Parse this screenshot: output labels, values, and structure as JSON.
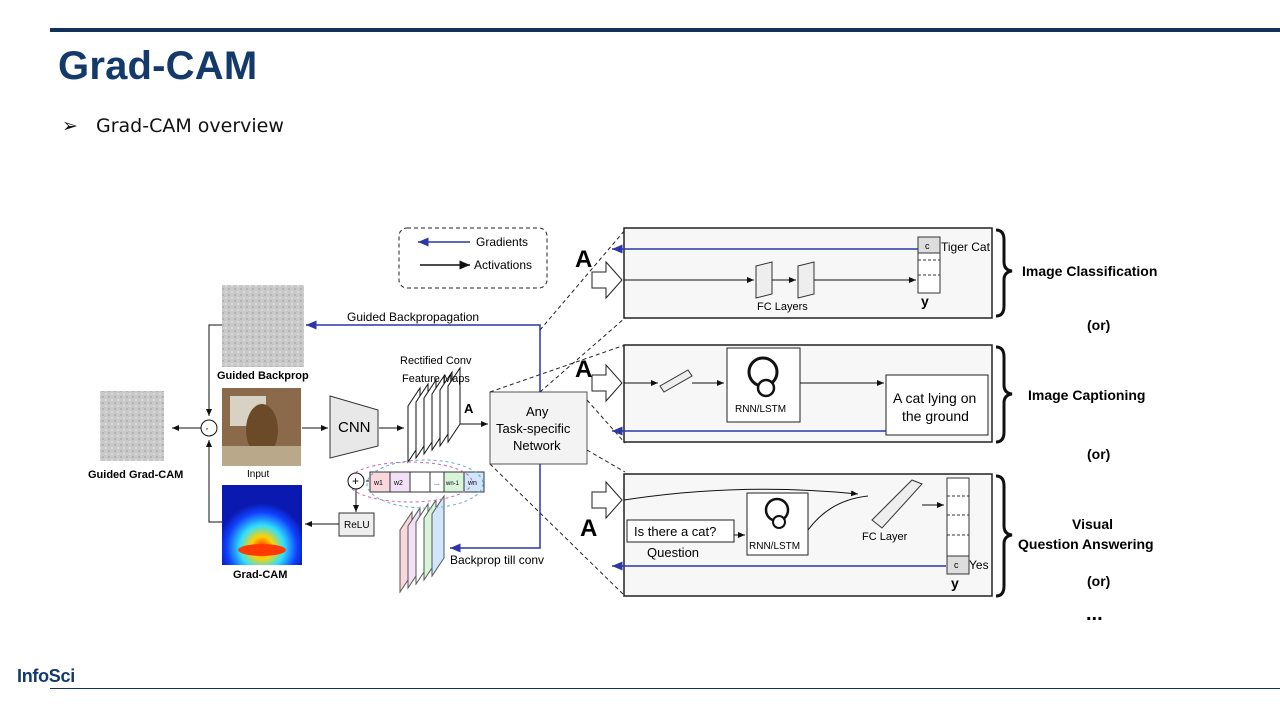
{
  "slide": {
    "title": "Grad-CAM",
    "bullet_marker": "➢",
    "bullet": "Grad-CAM overview",
    "footer_logo": "InfoSci"
  },
  "diagram": {
    "legend": {
      "gradients": "Gradients",
      "activations": "Activations"
    },
    "guided_backpropagation": "Guided Backpropagation",
    "guided_backprop": "Guided Backprop",
    "input": "Input",
    "guided_gradcam": "Guided Grad-CAM",
    "gradcam": "Grad-CAM",
    "cnn": "CNN",
    "feature_maps_line1": "Rectified Conv",
    "feature_maps_line2": "Feature Maps",
    "a_label": "A",
    "task_net_line1": "Any",
    "task_net_line2": "Task-specific",
    "task_net_line3": "Network",
    "relu": "ReLU",
    "backprop_till_conv": "Backprop till conv",
    "weights": [
      "w1",
      "w2",
      "...",
      "wn-1",
      "wn"
    ],
    "plus": "+",
    "dot": "·",
    "panels": {
      "classification": {
        "a": "A",
        "fc": "FC Layers",
        "c": "c",
        "class": "Tiger Cat",
        "y": "y",
        "label": "Image Classification"
      },
      "captioning": {
        "a": "A",
        "rnn": "RNN/LSTM",
        "caption_line1": "A cat lying on",
        "caption_line2": "the ground",
        "label": "Image Captioning"
      },
      "vqa": {
        "a": "A",
        "question_box": "Is there a cat?",
        "question": "Question",
        "rnn": "RNN/LSTM",
        "fc": "FC Layer",
        "c": "c",
        "answer": "Yes",
        "y": "y",
        "label_line1": "Visual",
        "label_line2": "Question Answering"
      }
    },
    "or": "(or)",
    "ellipsis": "..."
  },
  "colors": {
    "title": "#143a6b",
    "rule": "#11305a",
    "gradient_arrow": "#2b36a8",
    "heatmap_hot": "#ff3a00"
  }
}
